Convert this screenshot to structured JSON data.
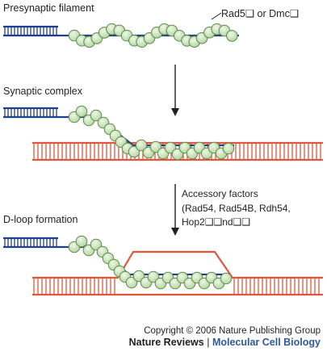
{
  "stages": {
    "presynaptic": "Presynaptic filament",
    "synaptic": "Synaptic complex",
    "dloop": "D-loop formation"
  },
  "protein_label": "Rad5❑ or Dmc❑",
  "accessory": [
    "Accessory factors",
    "(Rad54, Rad54B, Rdh54,",
    "Hop2❑❑nd❑❑"
  ],
  "copyright": "Copyright © 2006 Nature Publishing Group",
  "journal": "Nature Reviews",
  "separator": "|",
  "subjournal": "Molecular Cell Biology",
  "colors": {
    "ssdna": "#1f3f8f",
    "dsdna": "#e2573c",
    "bead_fill": "#cfe6c0",
    "bead_stroke": "#5f8a4e",
    "arrow": "#231f20",
    "brand": "#2d5aa0"
  },
  "icons": [
    "down-arrow-icon",
    "rad51-bead-icon"
  ]
}
